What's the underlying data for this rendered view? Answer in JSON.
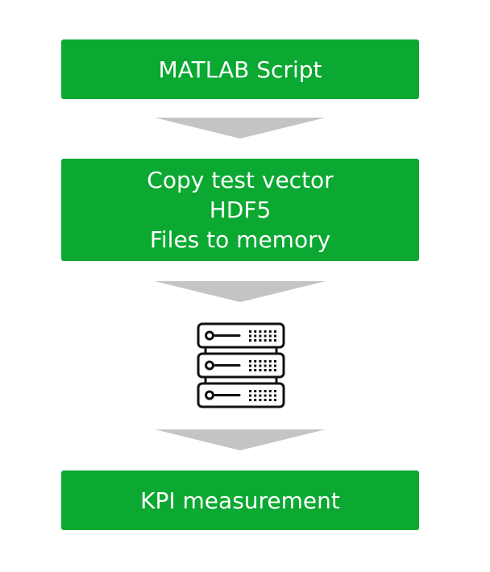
{
  "diagram": {
    "steps": [
      {
        "lines": [
          "MATLAB Script"
        ]
      },
      {
        "lines": [
          "Copy test vector",
          "HDF5",
          "Files to memory"
        ]
      },
      {
        "lines": [
          "KPI measurement"
        ]
      }
    ],
    "colors": {
      "box_fill": "#0ba832",
      "box_text": "#ffffff",
      "arrow_fill": "#c4c4c4",
      "icon_stroke": "#111111"
    },
    "icon": "server-rack-icon"
  }
}
